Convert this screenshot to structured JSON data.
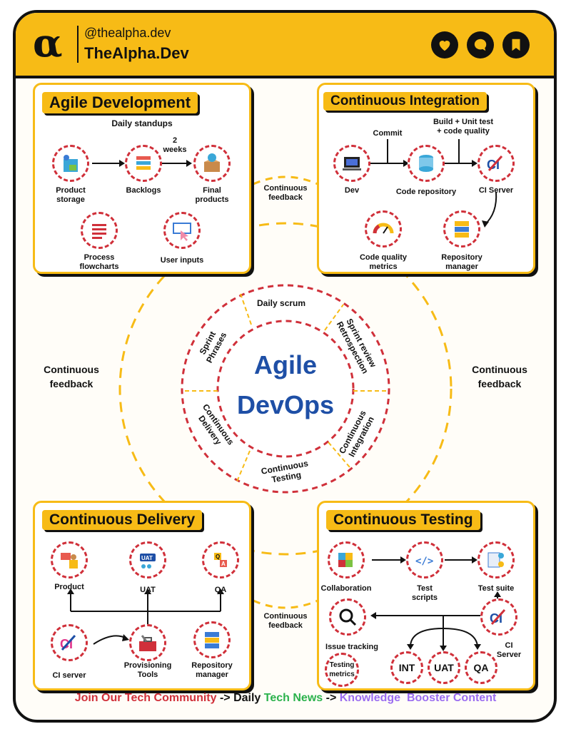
{
  "header": {
    "logo_glyph": "α",
    "handle": "@thealpha.dev",
    "brand": "TheAlpha.Dev",
    "icons": [
      "heart-icon",
      "chat-icon",
      "bookmark-icon"
    ]
  },
  "agile_development": {
    "title": "Agile Development",
    "subtitle": "Daily standups",
    "weeks": "2\nweeks",
    "items": [
      "Product\nstorage",
      "Backlogs",
      "Final\nproducts",
      "Process\nflowcharts",
      "User inputs"
    ]
  },
  "continuous_integration": {
    "title": "Continuous Integration",
    "commit": "Commit",
    "build": "Build + Unit test\n+ code quality",
    "items": [
      "Dev",
      "Code repository",
      "CI Server",
      "Code quality\nmetrics",
      "Repository\nmanager"
    ]
  },
  "center": {
    "title_line1": "Agile",
    "title_line2": "DevOps",
    "ring_labels": [
      "Daily scrum",
      "Sprint review\nRetrospection",
      "Continuous\nIntegration",
      "Continuous\nTesting",
      "Continuous\nDelivery",
      "Sprint\nPhrases"
    ]
  },
  "feedback": {
    "top": "Continuous\nfeedback",
    "left": "Continuous\nfeedback",
    "right": "Continuous\nfeedback",
    "bottom": "Continuous\nfeedback"
  },
  "continuous_delivery": {
    "title": "Continuous Delivery",
    "items": [
      "Product",
      "UAT",
      "QA",
      "CI server",
      "Provisioning\nTools",
      "Repository\nmanager"
    ]
  },
  "continuous_testing": {
    "title": "Continuous Testing",
    "items": [
      "Collaboration",
      "Test\nscripts",
      "Test suite",
      "Issue tracking",
      "CI Server",
      "Testing\nmetrics"
    ],
    "badges": [
      "INT",
      "UAT",
      "QA"
    ]
  },
  "footer": {
    "part1": "Join Our Tech Community",
    "arrow1": " -> Daily ",
    "part2": "Tech News",
    "arrow2": " -> ",
    "part3": "Knowledge  Booster Content"
  },
  "colors": {
    "accent": "#f7bb16",
    "node_border": "#d0303a",
    "center_title": "#1e4fa6",
    "footer_red": "#d0303a",
    "footer_green": "#2bb24c",
    "footer_purple": "#9a6cf0"
  }
}
